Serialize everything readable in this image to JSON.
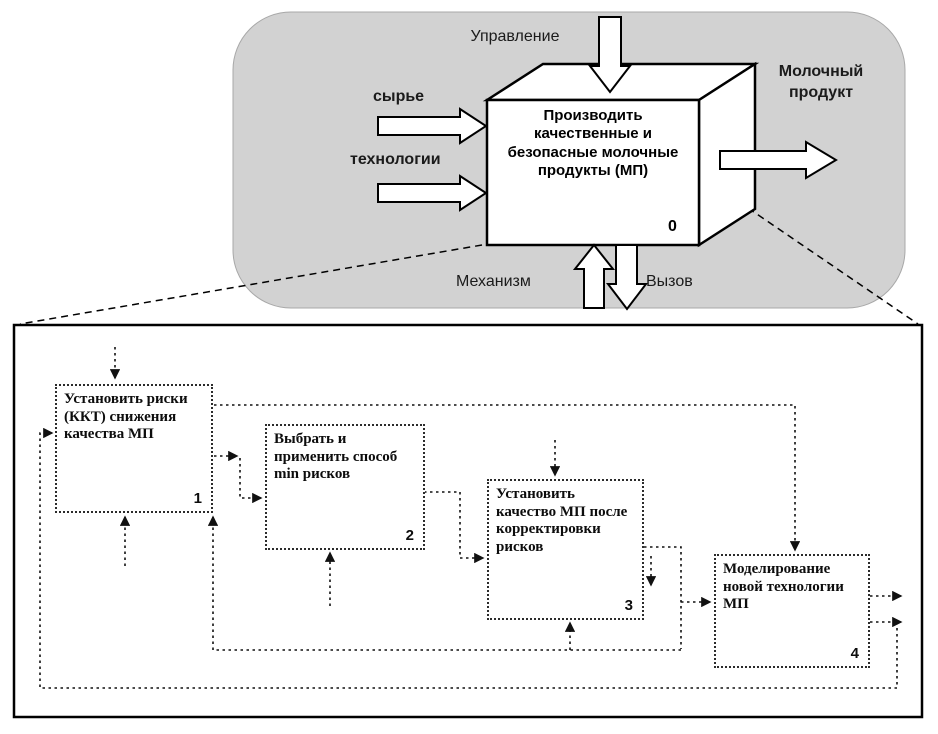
{
  "context": {
    "control_label": "Управление",
    "input1_label": "сырье",
    "input2_label": "технологии",
    "output_label": "Молочный продукт",
    "mechanism_label": "Механизм",
    "call_label": "Вызов",
    "function_box": {
      "text": "Производить качественные и безопасные молочные продукты (МП)",
      "number": "0"
    }
  },
  "decomposition": {
    "boxes": [
      {
        "text": "Установить риски (ККТ) снижения качества МП",
        "number": "1"
      },
      {
        "text": "Выбрать и применить способ min рисков",
        "number": "2"
      },
      {
        "text": "Установить качество МП после корректировки рисков",
        "number": "3"
      },
      {
        "text": "Моделирование новой технологии МП",
        "number": "4"
      }
    ]
  },
  "colors": {
    "context_background": "#d2d2d2",
    "line": "#000000"
  }
}
